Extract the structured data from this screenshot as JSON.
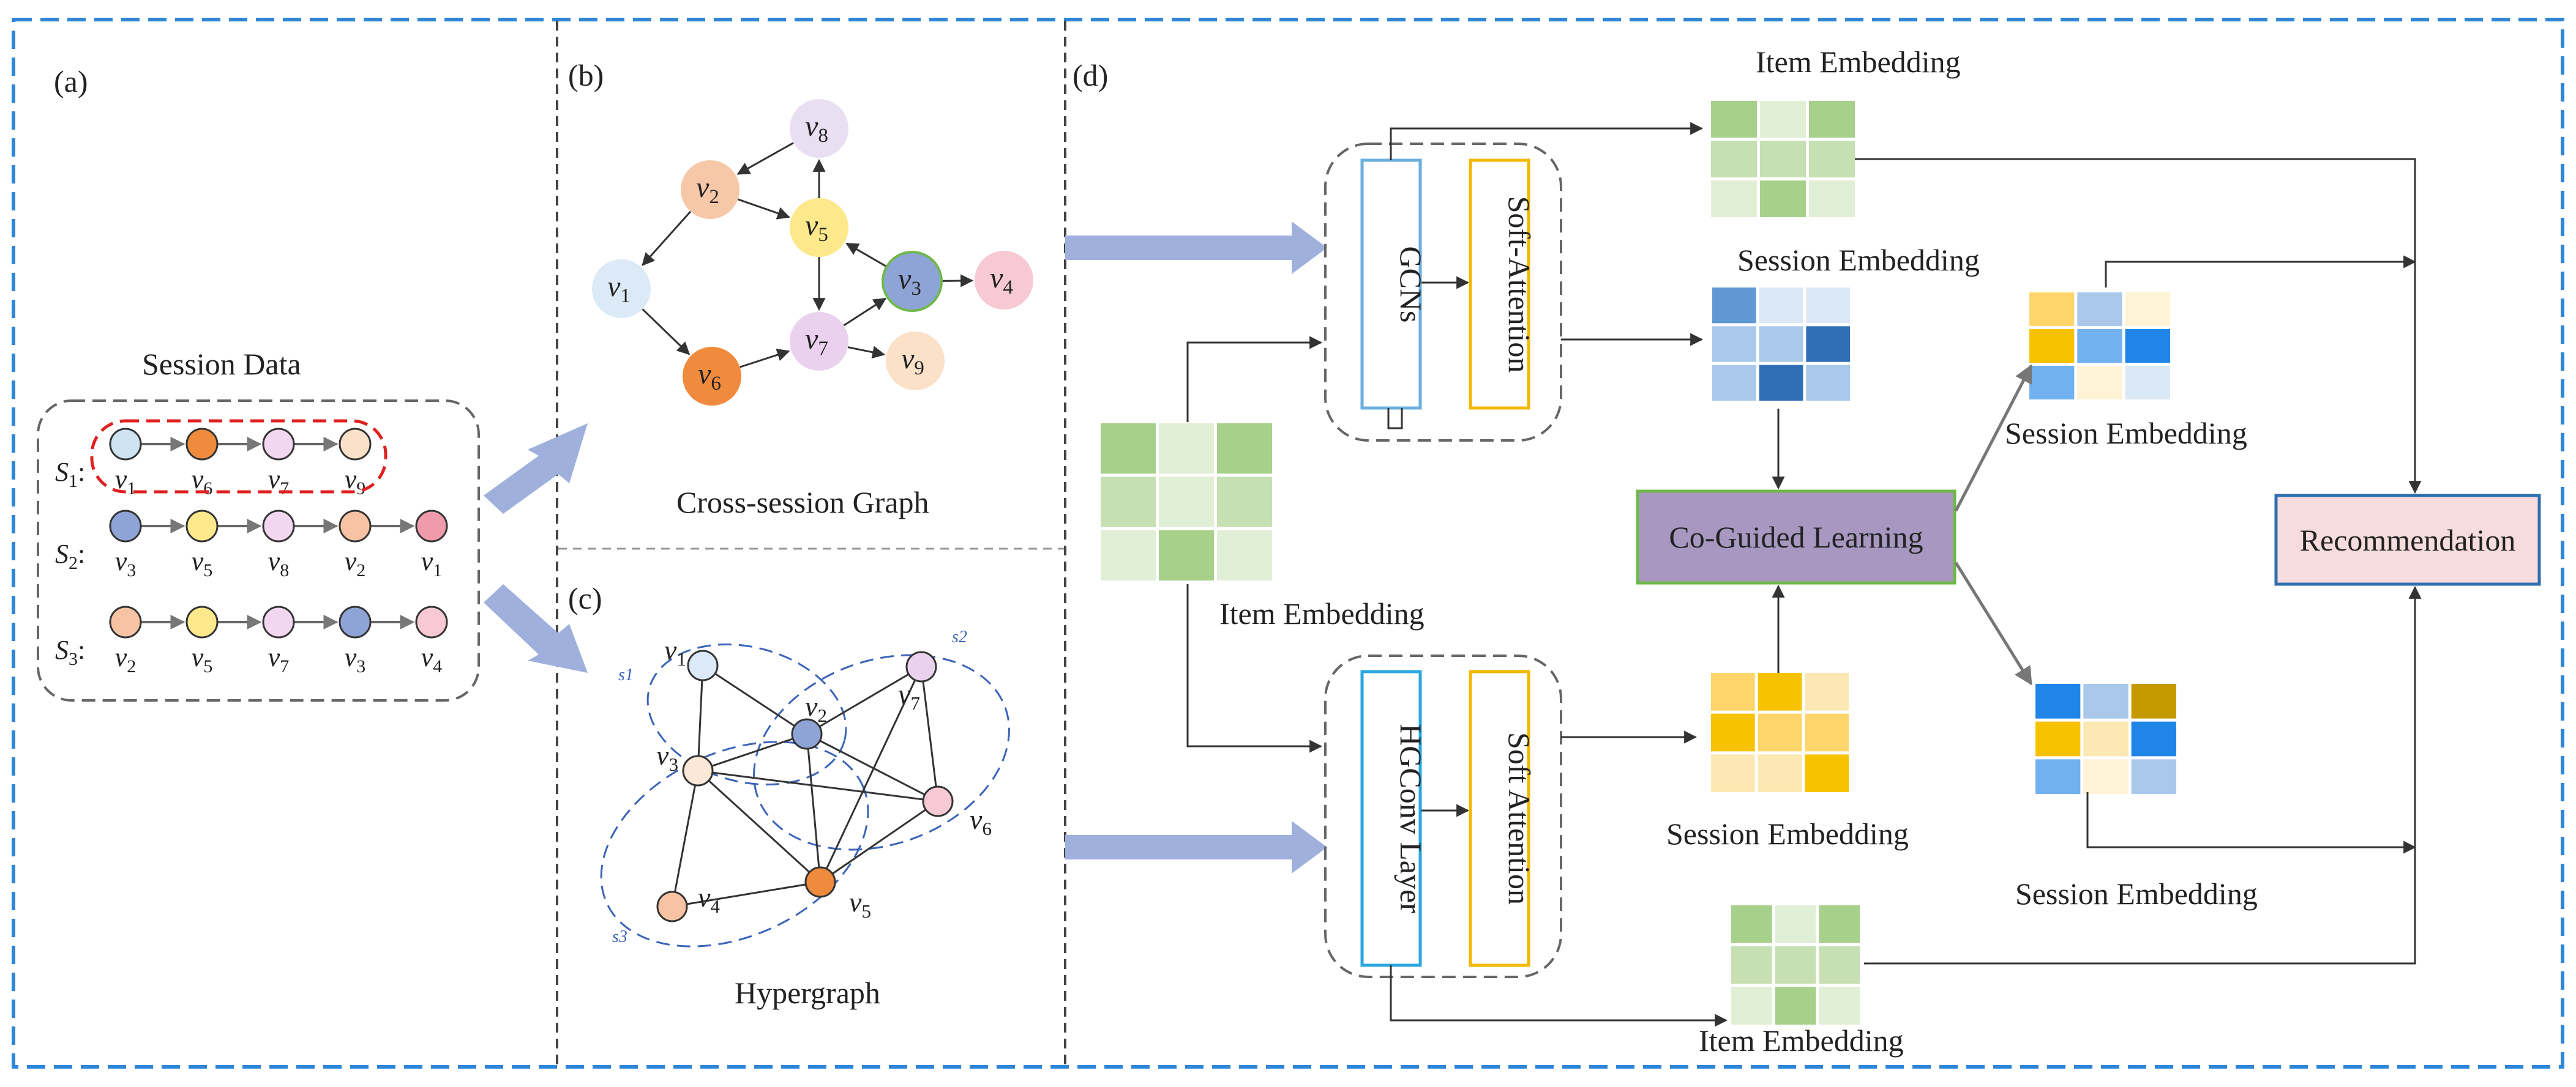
{
  "panels": {
    "a": "(a)",
    "b": "(b)",
    "c": "(c)",
    "d": "(d)"
  },
  "session_data": {
    "title": "Session Data",
    "sessions": [
      {
        "label": "S",
        "index": "1",
        "items": [
          "1",
          "6",
          "7",
          "9"
        ],
        "colors": [
          "#cfe4f3",
          "#f08a3c",
          "#f3d6ef",
          "#fbe1c8"
        ]
      },
      {
        "label": "S",
        "index": "2",
        "items": [
          "3",
          "5",
          "8",
          "2",
          "1"
        ],
        "colors": [
          "#8fa4d6",
          "#fde98b",
          "#f3d6ef",
          "#f7c3a2",
          "#ef9bab"
        ]
      },
      {
        "label": "S",
        "index": "3",
        "items": [
          "2",
          "5",
          "7",
          "3",
          "4"
        ],
        "colors": [
          "#f7c3a2",
          "#fde98b",
          "#f3d6ef",
          "#8fa4d6",
          "#f6c9d5"
        ]
      }
    ]
  },
  "cross_session_graph": {
    "caption": "Cross-session Graph",
    "nodes": [
      {
        "id": "8",
        "color": "#eadff2"
      },
      {
        "id": "2",
        "color": "#f7c8a8"
      },
      {
        "id": "5",
        "color": "#fde98b"
      },
      {
        "id": "1",
        "color": "#dbeaf6"
      },
      {
        "id": "3",
        "color": "#8fa4d6"
      },
      {
        "id": "4",
        "color": "#f6c9d5"
      },
      {
        "id": "6",
        "color": "#f08a3c"
      },
      {
        "id": "7",
        "color": "#ead2ee"
      },
      {
        "id": "9",
        "color": "#fbe1c8"
      }
    ]
  },
  "hypergraph": {
    "caption": "Hypergraph",
    "hyperedges": [
      "s1",
      "s2",
      "s3"
    ],
    "nodes": [
      {
        "id": "1",
        "color": "#dbeaf6"
      },
      {
        "id": "2",
        "color": "#8fa4d6"
      },
      {
        "id": "7",
        "color": "#ead2ee"
      },
      {
        "id": "3",
        "color": "#fbe8d6"
      },
      {
        "id": "6",
        "color": "#f6c9d5"
      },
      {
        "id": "4",
        "color": "#f7c3a2"
      },
      {
        "id": "5",
        "color": "#f08a3c"
      }
    ]
  },
  "model": {
    "gcn_label": "GCNs",
    "soft_attention_top": "Soft-Attention",
    "hgconv_label": "HGConv Layer",
    "soft_attention_bottom": "Soft Attention",
    "co_guided": "Co-Guided Learning",
    "recommendation": "Recommendation",
    "item_embedding_top": "Item Embedding",
    "session_embedding_top": "Session Embedding",
    "item_embedding_mid": "Item Embedding",
    "session_embedding_right_top": "Session Embedding",
    "session_embedding_bottom": "Session Embedding",
    "session_embedding_right_bottom": "Session Embedding",
    "item_embedding_bottom": "Item Embedding"
  },
  "colors": {
    "frame": "#2e86d8",
    "arrow_big": "#9fb0dc",
    "co_guided_fill": "#a898c1",
    "co_guided_border": "#6fb84a",
    "rec_fill": "#f6dcdc",
    "rec_border": "#2e6fb0",
    "gcn_border": "#6aaee0",
    "attn_border": "#f2b800"
  }
}
